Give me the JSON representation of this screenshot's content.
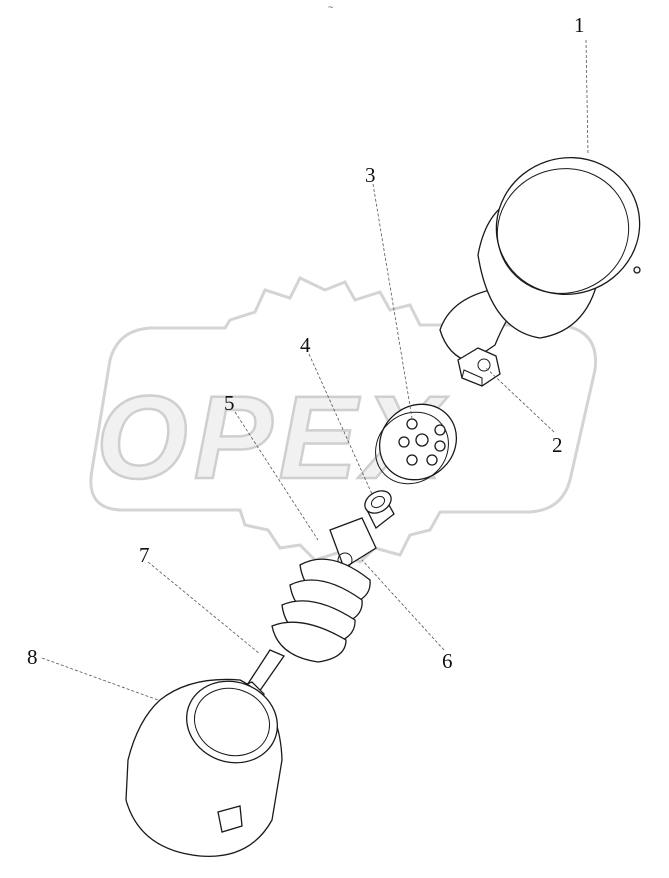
{
  "watermark": {
    "text": "OPEX"
  },
  "callouts": [
    {
      "id": "1",
      "label": "1"
    },
    {
      "id": "2",
      "label": "2"
    },
    {
      "id": "3",
      "label": "3"
    },
    {
      "id": "4",
      "label": "4"
    },
    {
      "id": "5",
      "label": "5"
    },
    {
      "id": "6",
      "label": "6"
    },
    {
      "id": "7",
      "label": "7"
    },
    {
      "id": "8",
      "label": "8"
    }
  ],
  "colors": {
    "line": "#1a1a1a",
    "watermark": "#d4d4d4",
    "background": "#ffffff"
  }
}
